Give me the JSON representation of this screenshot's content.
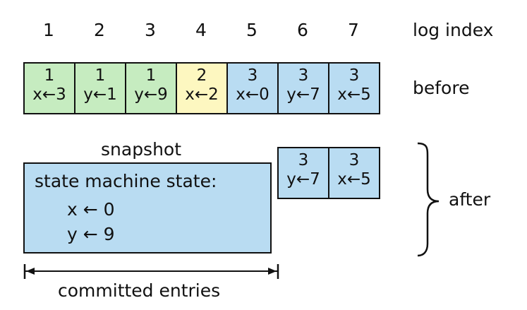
{
  "log_index": {
    "label": "log index",
    "numbers": [
      "1",
      "2",
      "3",
      "4",
      "5",
      "6",
      "7"
    ]
  },
  "before": {
    "label": "before",
    "entries": [
      {
        "term": "1",
        "cmd": "x←3",
        "color": "#c6ecc0"
      },
      {
        "term": "1",
        "cmd": "y←1",
        "color": "#c6ecc0"
      },
      {
        "term": "1",
        "cmd": "y←9",
        "color": "#c6ecc0"
      },
      {
        "term": "2",
        "cmd": "x←2",
        "color": "#fdf7c0"
      },
      {
        "term": "3",
        "cmd": "x←0",
        "color": "#b9dcf2"
      },
      {
        "term": "3",
        "cmd": "y←7",
        "color": "#b9dcf2"
      },
      {
        "term": "3",
        "cmd": "x←5",
        "color": "#b9dcf2"
      }
    ]
  },
  "after": {
    "label": "after",
    "snapshot_label": "snapshot",
    "snapshot_title": "state machine state:",
    "snapshot_values": [
      "x ← 0",
      "y ← 9"
    ],
    "entries": [
      {
        "term": "3",
        "cmd": "y←7",
        "color": "#b9dcf2"
      },
      {
        "term": "3",
        "cmd": "x←5",
        "color": "#b9dcf2"
      }
    ]
  },
  "committed_label": "committed entries"
}
